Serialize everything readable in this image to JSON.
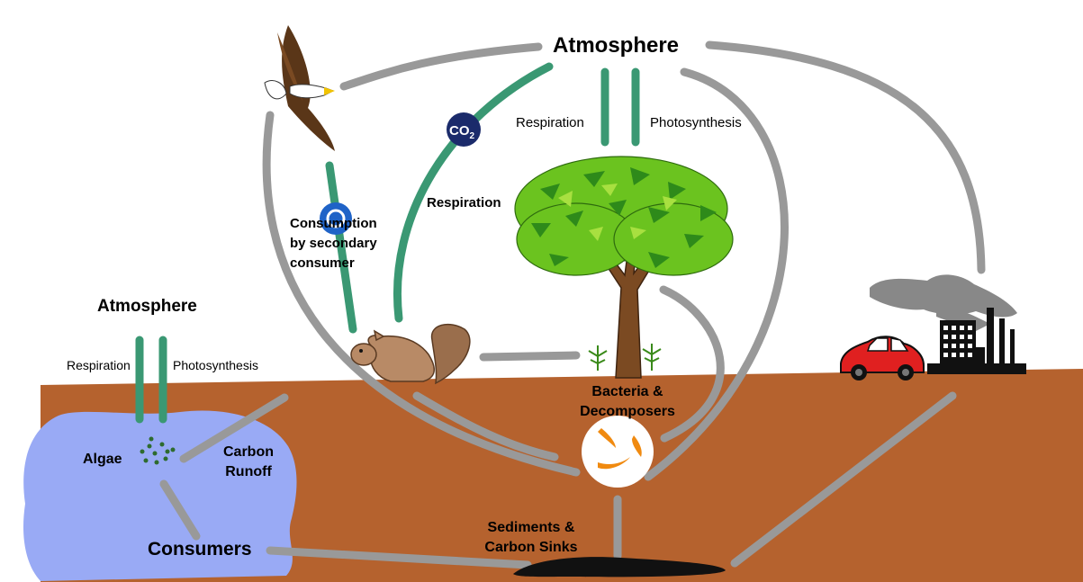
{
  "labels": {
    "atmosphere_main": "Atmosphere",
    "atmosphere_left": "Atmosphere",
    "respiration_top": "Respiration",
    "photosynthesis_top": "Photosynthesis",
    "respiration_left": "Respiration",
    "photosynthesis_left": "Photosynthesis",
    "respiration_mid": "Respiration",
    "consumption_line1": "Consumption",
    "consumption_line2": "by secondary",
    "consumption_line3": "consumer",
    "bacteria_line1": "Bacteria &",
    "bacteria_line2": "Decomposers",
    "algae": "Algae",
    "carbon_runoff_line1": "Carbon",
    "carbon_runoff_line2": "Runoff",
    "consumers": "Consumers",
    "sediments_line1": "Sediments &",
    "sediments_line2": "Carbon Sinks"
  },
  "badges": {
    "co2_main": "CO",
    "co2_sub": "2"
  },
  "colors": {
    "ground": "#B5622E",
    "water": "#99AAF5",
    "green_arrow": "#3A9873",
    "gray_arrow": "#999999",
    "co2_badge": "#1B2B6B",
    "o2_badge": "#1F63C7",
    "sediment": "#111111"
  }
}
